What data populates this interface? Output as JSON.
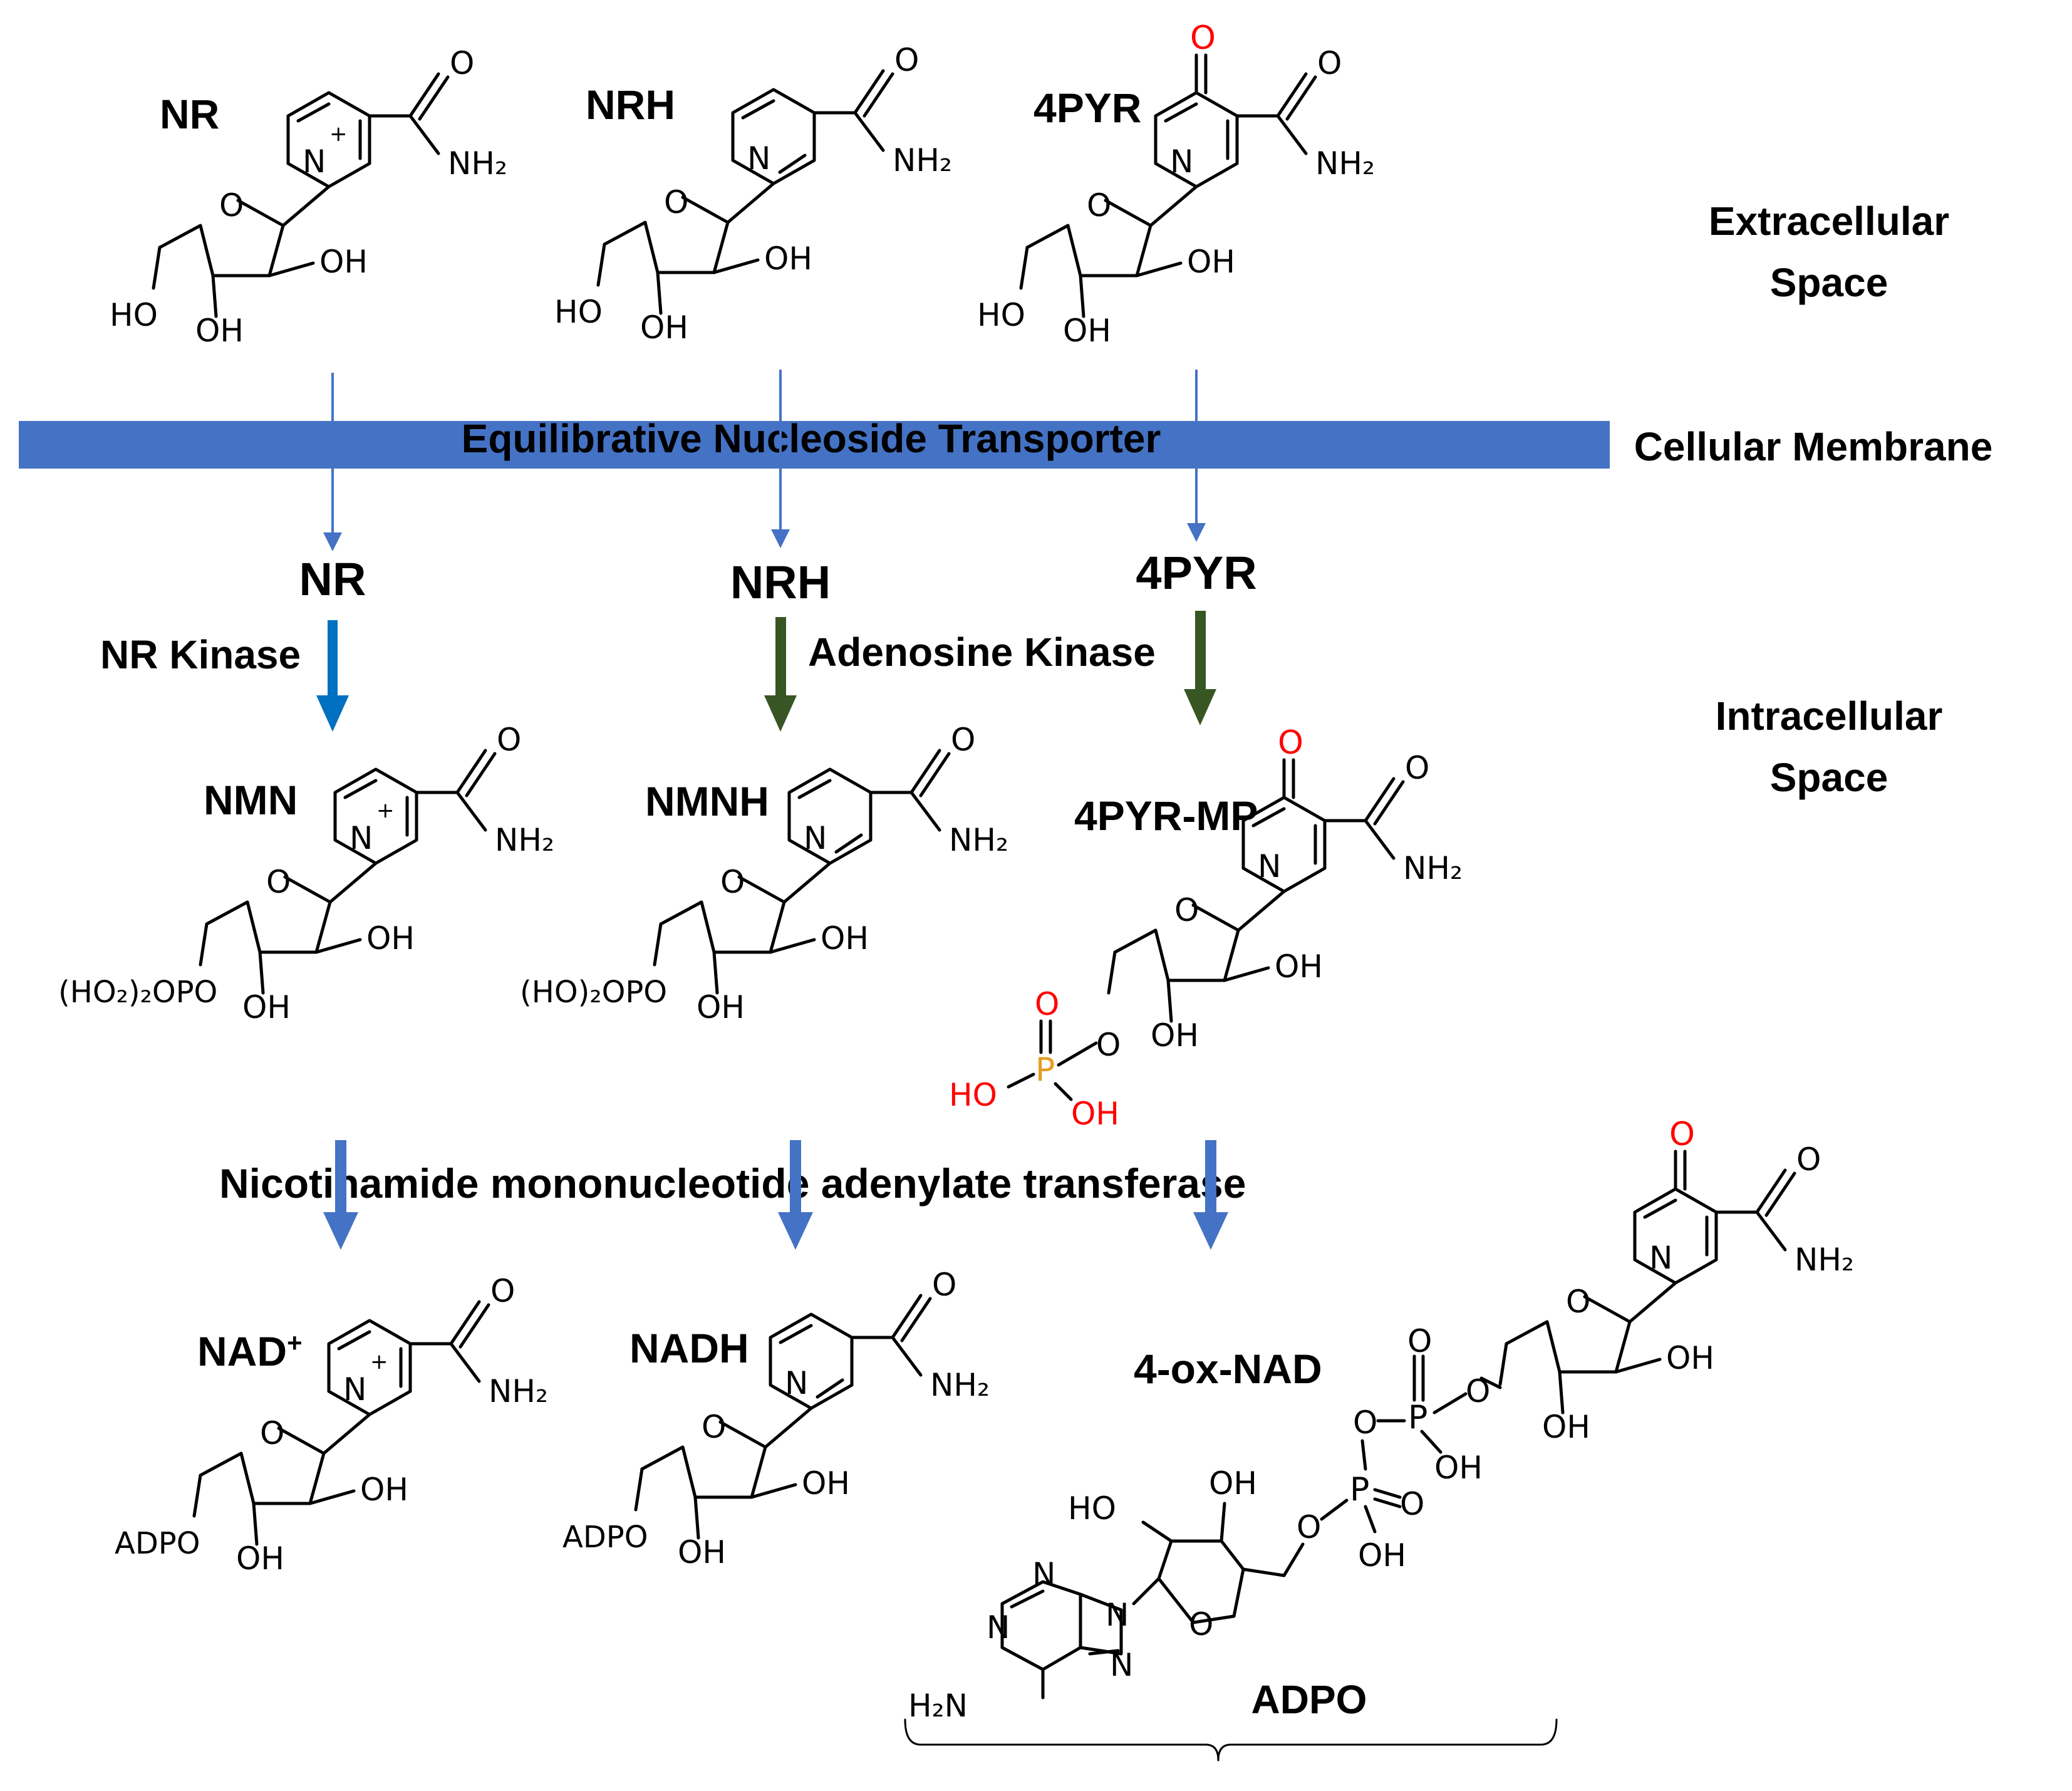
{
  "colors": {
    "membrane": "#4472C4",
    "transport_arrow": "#4472C4",
    "nr_kinase_arrow": "#0070C0",
    "adenosine_kinase_arrow": "#375623",
    "transferase_arrow": "#4472C4",
    "carbonyl_oxygen": "#FF0000",
    "phosphorus": "#E69C24"
  },
  "regions": {
    "extracellular": "Extracellular\nSpace",
    "membrane": "Cellular Membrane",
    "intracellular": "Intracellular\nSpace"
  },
  "membrane": {
    "label": "Equilibrative Nucleoside Transporter"
  },
  "enzymes": {
    "nr_kinase": "NR Kinase",
    "adenosine_kinase": "Adenosine Kinase",
    "transferase": "Nicotinamide mononucleotide adenylate transferase"
  },
  "compounds": {
    "extra": [
      "NR",
      "NRH",
      "4PYR"
    ],
    "inside": [
      "NR",
      "NRH",
      "4PYR"
    ],
    "mono": [
      "NMN",
      "NMNH",
      "4PYR-MP"
    ],
    "di": [
      "NAD",
      "NADH",
      "4-ox-NAD"
    ],
    "nad_charge": "+",
    "adpo_group": "ADPO"
  },
  "atoms": {
    "O": "O",
    "N": "N",
    "P": "P",
    "NH2": "NH₂",
    "OH": "OH",
    "HO": "HO",
    "H2N": "H₂N",
    "charge": "+",
    "po4_nmn": "(HO₂)₂OPO",
    "po4_nmnh": "(HO)₂OPO",
    "adpo": "ADPO"
  }
}
